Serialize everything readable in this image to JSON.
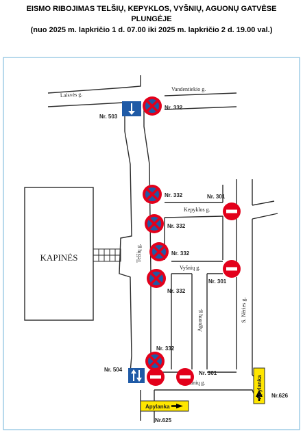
{
  "header": {
    "line1": "EISMO RIBOJIMAS TELŠIŲ, KEPYKLOS, VYŠNIŲ, AGUONŲ GATVĖSE",
    "line2": "PLUNGĖJE",
    "line3": "(nuo 2025 m. lapkričio 1 d. 07.00 iki 2025 m. lapkričio 2 d. 19.00 val.)"
  },
  "streets": {
    "laisves": "Laisvės g.",
    "vandentiekio": "Vandentiekio g.",
    "kepyklos": "Kepyklos g.",
    "vysniu": "Vyšnių g.",
    "telsiu": "Telšių g.",
    "aguonu": "Aguonų g.",
    "neries": "S. Nėries g.",
    "ramuniu": "Ramunių g."
  },
  "places": {
    "cemetery": "KAPINĖS"
  },
  "signs": {
    "nr503": "Nr. 503",
    "nr504": "Nr. 504",
    "nr332": "Nr. 332",
    "nr301": "Nr. 301",
    "nr625": "Nr.625",
    "nr626": "Nr.626",
    "detour": "Apylanka"
  },
  "colors": {
    "border": "#6fb3d9",
    "sign_red": "#e3001b",
    "sign_blue": "#1f5aa6",
    "detour_yellow": "#ffe600"
  }
}
